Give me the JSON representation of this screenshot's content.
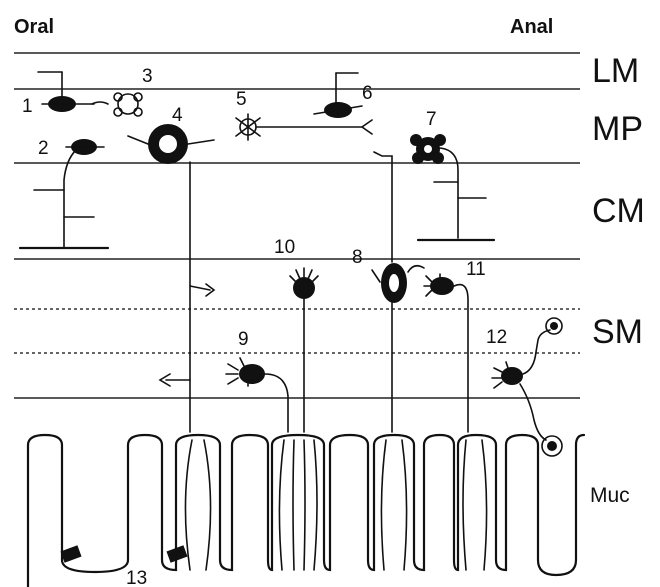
{
  "header": {
    "oral": "Oral",
    "anal": "Anal"
  },
  "layers": {
    "lm": "LM",
    "mp": "MP",
    "cm": "CM",
    "sm": "SM",
    "muc": "Muc"
  },
  "neuron_numbers": [
    "1",
    "2",
    "3",
    "4",
    "5",
    "6",
    "7",
    "8",
    "9",
    "10",
    "11",
    "12",
    "13"
  ],
  "colors": {
    "ink": "#111111",
    "background": "#ffffff"
  }
}
